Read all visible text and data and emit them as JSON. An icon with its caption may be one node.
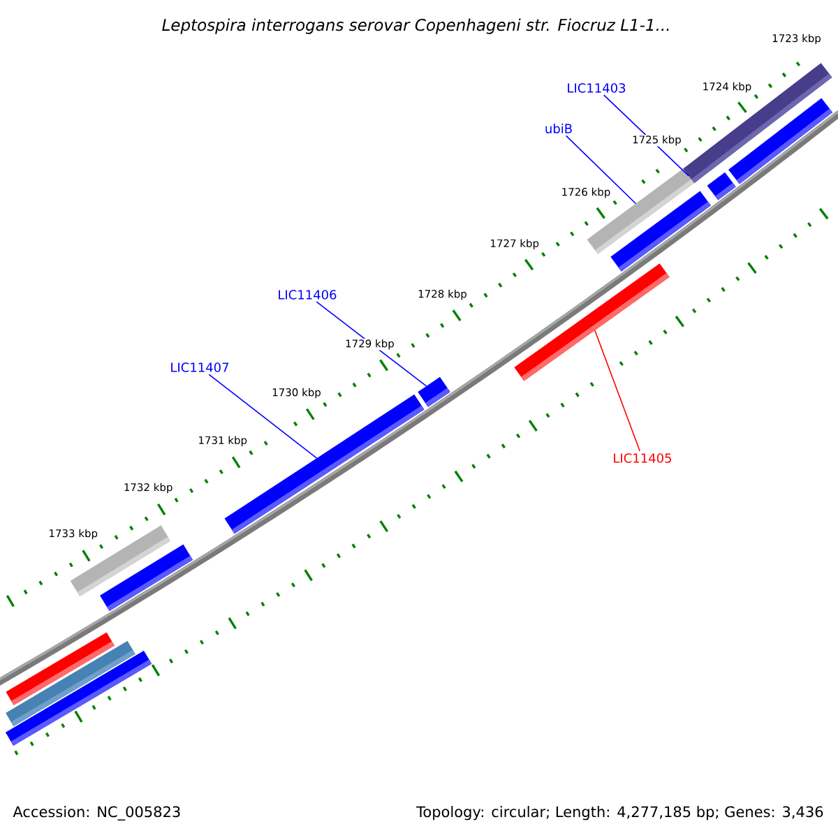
{
  "diagram": {
    "title": "Leptospira interrogans serovar Copenhageni str. Fiocruz L1-1...",
    "nodes": [
      {
        "text": [
          "LIC11403"
        ]
      },
      {
        "text": [
          "ubiB"
        ]
      },
      {
        "text": [
          "LIC11406"
        ]
      },
      {
        "text": [
          "LIC11407"
        ]
      },
      {
        "text": [
          "LIC11405"
        ]
      },
      {
        "text": [],
        "shape": "bar"
      },
      {
        "text": [],
        "shape": "bar"
      },
      {
        "text": [],
        "shape": "bar"
      },
      {
        "text": [],
        "shape": "bar"
      },
      {
        "text": [],
        "shape": "bar"
      },
      {
        "text": [],
        "shape": "bar"
      },
      {
        "text": [],
        "shape": "bar"
      },
      {
        "text": [],
        "shape": "bar"
      },
      {
        "text": [],
        "shape": "bar"
      },
      {
        "text": [],
        "shape": "bar"
      },
      {
        "text": [],
        "shape": "bar"
      },
      {
        "text": [],
        "shape": "bar"
      },
      {
        "text": [],
        "shape": "bar"
      }
    ],
    "edges": [
      {
        "from": 0,
        "to": 16,
        "arrow": "none"
      },
      {
        "from": 1,
        "to": 13,
        "arrow": "none"
      },
      {
        "from": 2,
        "to": 11,
        "arrow": "none"
      },
      {
        "from": 3,
        "to": 10,
        "arrow": "none"
      },
      {
        "from": 4,
        "to": 12,
        "arrow": "none",
        "color": "#ff0000"
      }
    ],
    "labels": [
      "1723 kbp",
      "1724 kbp",
      "1725 kbp",
      "1726 kbp",
      "1727 kbp",
      "1728 kbp",
      "1729 kbp",
      "1730 kbp",
      "1731 kbp",
      "1732 kbp",
      "1733 kbp",
      "Accession: NC_005823",
      "Topology: circular; Length: 4,277,185 bp; Genes: 3,436"
    ]
  }
}
